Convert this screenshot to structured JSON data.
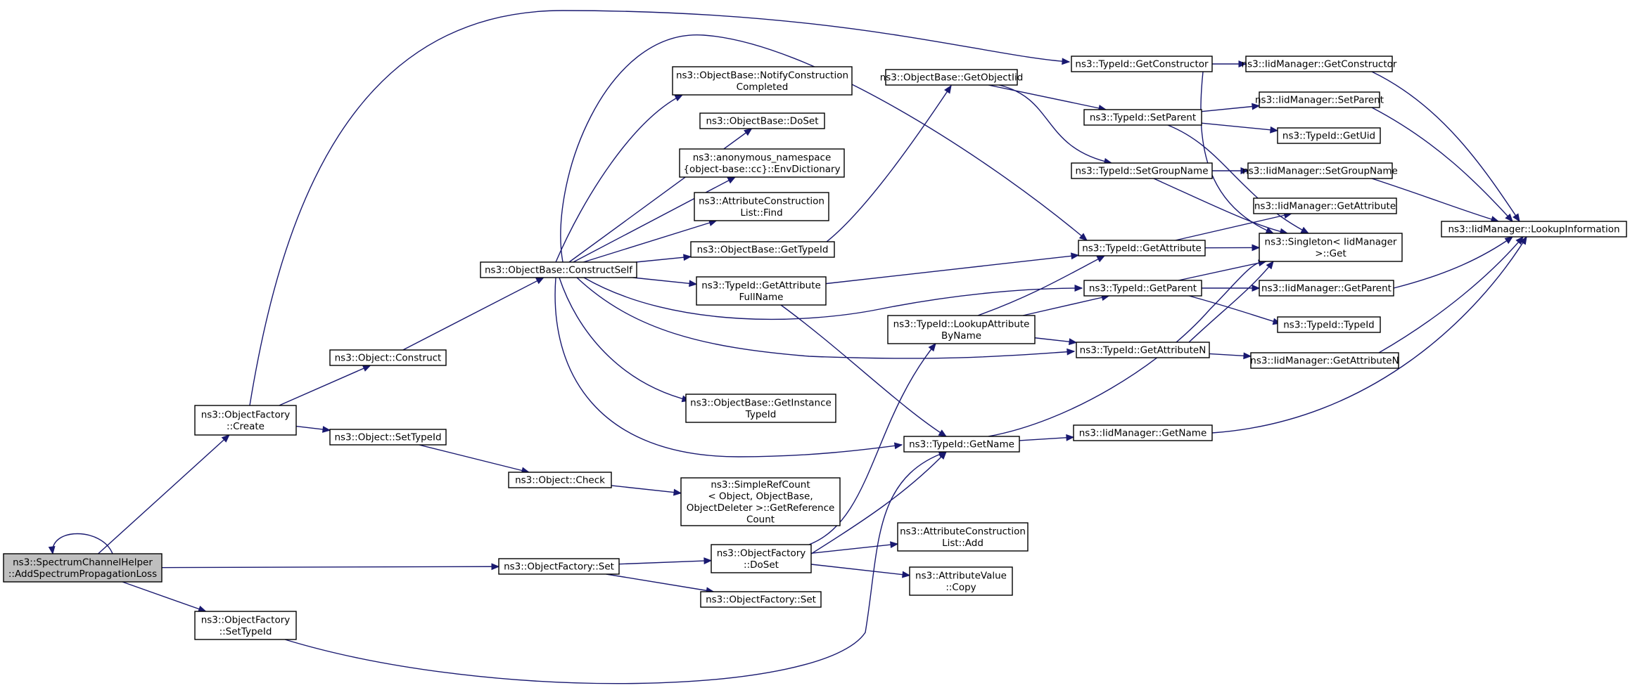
{
  "graph": {
    "title": "",
    "nodes": {
      "root": [
        "ns3::SpectrumChannelHelper",
        "::AddSpectrumPropagationLoss"
      ],
      "of_create": [
        "ns3::ObjectFactory",
        "::Create"
      ],
      "of_settypeid": [
        "ns3::ObjectFactory",
        "::SetTypeId"
      ],
      "obj_construct": [
        "ns3::Object::Construct"
      ],
      "obj_settypeid": [
        "ns3::Object::SetTypeId"
      ],
      "ob_constructself": [
        "ns3::ObjectBase::ConstructSelf"
      ],
      "obj_check": [
        "ns3::Object::Check"
      ],
      "of_set": [
        "ns3::ObjectFactory::Set"
      ],
      "ob_notify": [
        "ns3::ObjectBase::NotifyConstruction",
        "Completed"
      ],
      "ob_doset": [
        "ns3::ObjectBase::DoSet"
      ],
      "anon_envdict": [
        "ns3::anonymous_namespace",
        "{object-base::cc}::EnvDictionary"
      ],
      "acl_find": [
        "ns3::AttributeConstruction",
        "List::Find"
      ],
      "ob_gettypeid": [
        "ns3::ObjectBase::GetTypeId"
      ],
      "tid_getattrfull": [
        "ns3::TypeId::GetAttribute",
        "FullName"
      ],
      "ob_getinstance": [
        "ns3::ObjectBase::GetInstance",
        "TypeId"
      ],
      "src_getref": [
        "ns3::SimpleRefCount",
        "< Object, ObjectBase,",
        "ObjectDeleter >::GetReference",
        "Count"
      ],
      "of_doset": [
        "ns3::ObjectFactory",
        "::DoSet"
      ],
      "of_set2": [
        "ns3::ObjectFactory::Set"
      ],
      "ob_getobjectiid": [
        "ns3::ObjectBase::GetObjectIid"
      ],
      "tid_lookupattr": [
        "ns3::TypeId::LookupAttribute",
        "ByName"
      ],
      "tid_getname": [
        "ns3::TypeId::GetName"
      ],
      "acl_add": [
        "ns3::AttributeConstruction",
        "List::Add"
      ],
      "av_copy": [
        "ns3::AttributeValue",
        "::Copy"
      ],
      "tid_getconstructor": [
        "ns3::TypeId::GetConstructor"
      ],
      "tid_setparent": [
        "ns3::TypeId::SetParent"
      ],
      "tid_setgroupname": [
        "ns3::TypeId::SetGroupName"
      ],
      "tid_getattribute": [
        "ns3::TypeId::GetAttribute"
      ],
      "tid_getparent": [
        "ns3::TypeId::GetParent"
      ],
      "tid_getattributen": [
        "ns3::TypeId::GetAttributeN"
      ],
      "iid_getname": [
        "ns3::IidManager::GetName"
      ],
      "iid_getconstructor": [
        "ns3::IidManager::GetConstructor"
      ],
      "iid_setparent": [
        "ns3::IidManager::SetParent"
      ],
      "tid_getuid": [
        "ns3::TypeId::GetUid"
      ],
      "iid_setgroupname": [
        "ns3::IidManager::SetGroupName"
      ],
      "iid_getattribute": [
        "ns3::IidManager::GetAttribute"
      ],
      "singleton_get": [
        "ns3::Singleton< IidManager",
        ">::Get"
      ],
      "iid_getparent": [
        "ns3::IidManager::GetParent"
      ],
      "tid_typeid": [
        "ns3::TypeId::TypeId"
      ],
      "iid_getattributen": [
        "ns3::IidManager::GetAttributeN"
      ],
      "iid_lookupinfo": [
        "ns3::IidManager::LookupInformation"
      ]
    },
    "edges": [
      [
        "root",
        "root"
      ],
      [
        "root",
        "of_create"
      ],
      [
        "root",
        "of_set"
      ],
      [
        "root",
        "of_settypeid"
      ],
      [
        "of_create",
        "obj_construct"
      ],
      [
        "of_create",
        "obj_settypeid"
      ],
      [
        "of_create",
        "tid_getconstructor"
      ],
      [
        "obj_construct",
        "ob_constructself"
      ],
      [
        "obj_settypeid",
        "obj_check"
      ],
      [
        "obj_check",
        "src_getref"
      ],
      [
        "ob_constructself",
        "ob_notify"
      ],
      [
        "ob_constructself",
        "ob_doset"
      ],
      [
        "ob_constructself",
        "anon_envdict"
      ],
      [
        "ob_constructself",
        "acl_find"
      ],
      [
        "ob_constructself",
        "ob_gettypeid"
      ],
      [
        "ob_constructself",
        "tid_getattrfull"
      ],
      [
        "ob_constructself",
        "ob_getinstance"
      ],
      [
        "ob_constructself",
        "tid_getattribute"
      ],
      [
        "ob_constructself",
        "tid_getparent"
      ],
      [
        "ob_constructself",
        "tid_getattributen"
      ],
      [
        "ob_constructself",
        "tid_getname"
      ],
      [
        "ob_gettypeid",
        "ob_getobjectiid"
      ],
      [
        "tid_getattrfull",
        "tid_getattribute"
      ],
      [
        "tid_getattrfull",
        "tid_getname"
      ],
      [
        "of_set",
        "of_doset"
      ],
      [
        "of_set",
        "of_set2"
      ],
      [
        "of_settypeid",
        "tid_getname"
      ],
      [
        "of_doset",
        "tid_lookupattr"
      ],
      [
        "of_doset",
        "tid_getname"
      ],
      [
        "of_doset",
        "acl_add"
      ],
      [
        "of_doset",
        "av_copy"
      ],
      [
        "ob_getobjectiid",
        "tid_setparent"
      ],
      [
        "ob_getobjectiid",
        "tid_setgroupname"
      ],
      [
        "tid_lookupattr",
        "tid_getattribute"
      ],
      [
        "tid_lookupattr",
        "tid_getparent"
      ],
      [
        "tid_lookupattr",
        "tid_getattributen"
      ],
      [
        "tid_getname",
        "iid_getname"
      ],
      [
        "tid_getname",
        "singleton_get"
      ],
      [
        "tid_getconstructor",
        "iid_getconstructor"
      ],
      [
        "tid_getconstructor",
        "singleton_get"
      ],
      [
        "tid_setparent",
        "iid_setparent"
      ],
      [
        "tid_setparent",
        "tid_getuid"
      ],
      [
        "tid_setparent",
        "singleton_get"
      ],
      [
        "tid_setgroupname",
        "iid_setgroupname"
      ],
      [
        "tid_setgroupname",
        "singleton_get"
      ],
      [
        "tid_getattribute",
        "iid_getattribute"
      ],
      [
        "tid_getattribute",
        "singleton_get"
      ],
      [
        "tid_getparent",
        "iid_getparent"
      ],
      [
        "tid_getparent",
        "tid_typeid"
      ],
      [
        "tid_getparent",
        "singleton_get"
      ],
      [
        "tid_getattributen",
        "iid_getattributen"
      ],
      [
        "tid_getattributen",
        "singleton_get"
      ],
      [
        "iid_getname",
        "iid_lookupinfo"
      ],
      [
        "iid_getconstructor",
        "iid_lookupinfo"
      ],
      [
        "iid_setparent",
        "iid_lookupinfo"
      ],
      [
        "iid_setgroupname",
        "iid_lookupinfo"
      ],
      [
        "iid_getparent",
        "iid_lookupinfo"
      ],
      [
        "iid_getattributen",
        "iid_lookupinfo"
      ]
    ]
  }
}
